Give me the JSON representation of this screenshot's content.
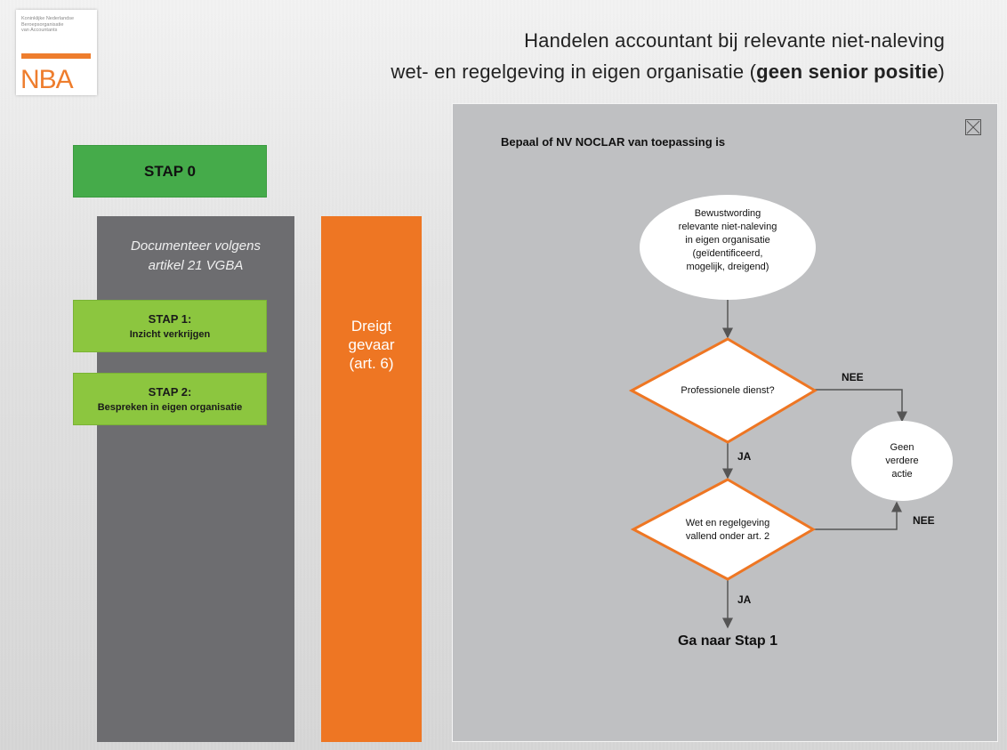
{
  "logo": {
    "org_lines": [
      "Koninklijke Nederlandse",
      "Beroepsorganisatie",
      "van Accountants"
    ],
    "name": "NBA"
  },
  "title": {
    "line1": "Handelen accountant bij relevante niet-naleving",
    "line2_prefix": "wet- en regelgeving in eigen organisatie (",
    "line2_bold": "geen senior positie",
    "line2_suffix": ")"
  },
  "left": {
    "stap0": "STAP 0",
    "document_line1": "Documenteer volgens",
    "document_line2": "artikel 21 VGBA",
    "stap1_title": "STAP 1:",
    "stap1_sub": "Inzicht verkrijgen",
    "stap2_title": "STAP 2:",
    "stap2_sub": "Bespreken in eigen organisatie"
  },
  "orange": {
    "line1": "Dreigt",
    "line2": "gevaar",
    "line3": "(art. 6)"
  },
  "panel": {
    "title": "Bepaal of NV NOCLAR van toepassing is",
    "start_lines": [
      "Bewustwording",
      "relevante niet-naleving",
      "in eigen organisatie",
      "(geïdentificeerd,",
      "mogelijk, dreigend)"
    ],
    "decision1": "Professionele dienst?",
    "decision2_lines": [
      "Wet en regelgeving",
      "vallend onder art. 2"
    ],
    "end_lines": [
      "Geen",
      "verdere",
      "actie"
    ],
    "label_ja1": "JA",
    "label_ja2": "JA",
    "label_nee1": "NEE",
    "label_nee2": "NEE",
    "goto": "Ga naar Stap 1"
  },
  "colors": {
    "green_dark": "#45ab4a",
    "green_light": "#8cc63f",
    "orange": "#ee7623",
    "doc_gray": "#6d6d70",
    "panel_gray": "#bfc0c2"
  },
  "icons": {
    "close": "close-icon"
  }
}
